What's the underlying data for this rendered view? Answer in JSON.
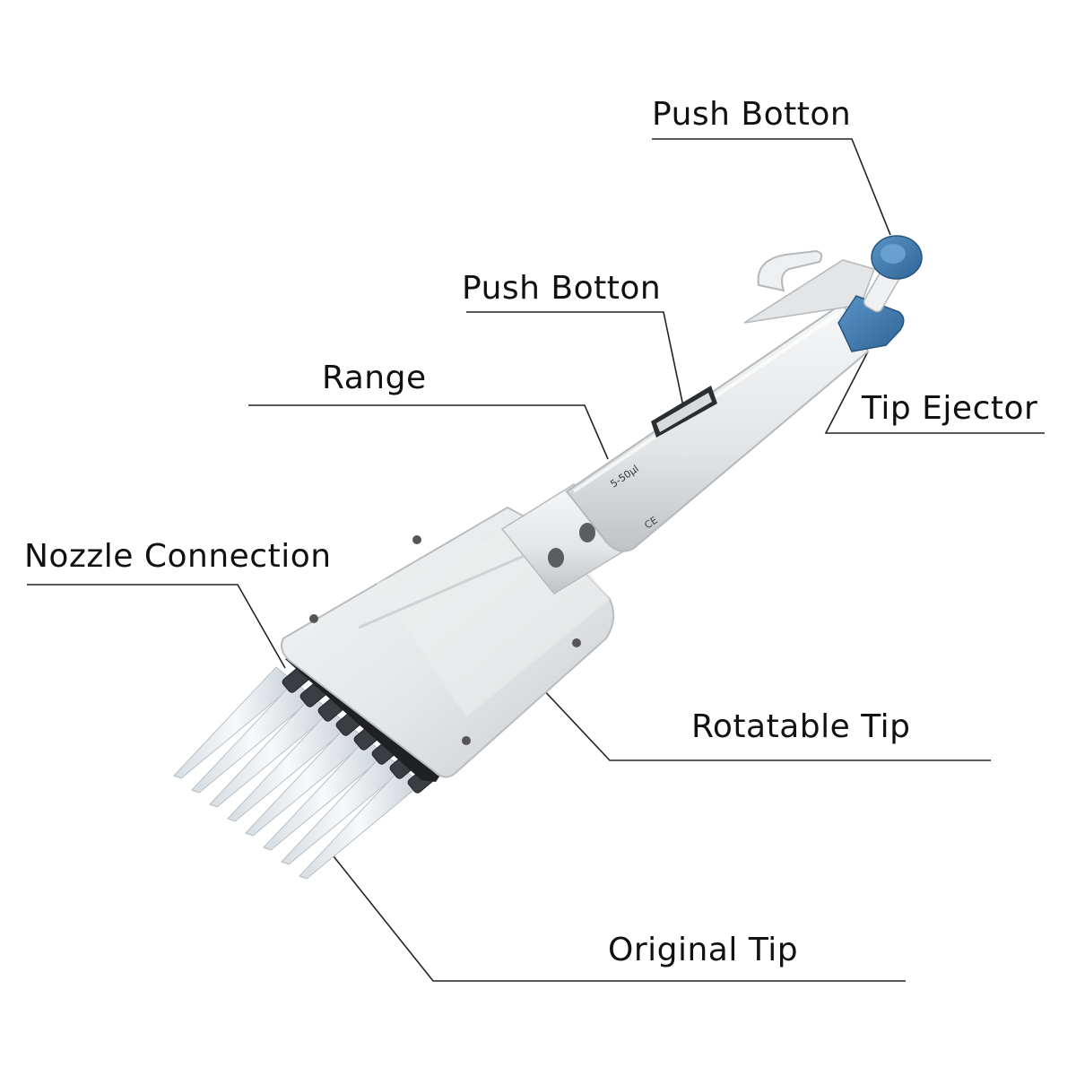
{
  "labels": {
    "push_button_top": "Push Botton",
    "push_button_mid": "Push Botton",
    "range": "Range",
    "tip_ejector": "Tip Ejector",
    "nozzle_connection": "Nozzle Connection",
    "rotatable_tip": "Rotatable Tip",
    "original_tip": "Original Tip"
  },
  "device": {
    "volume_marking": "5-50μl",
    "ce_mark": "CE",
    "tip_count": 8
  },
  "colors": {
    "body": "#e6e8e9",
    "body_shadow": "#c9cccf",
    "button_blue": "#3f7bb1",
    "tip_clear": "#eef2f5",
    "nozzle_dark": "#2a2d30",
    "leader_line": "#222222"
  }
}
